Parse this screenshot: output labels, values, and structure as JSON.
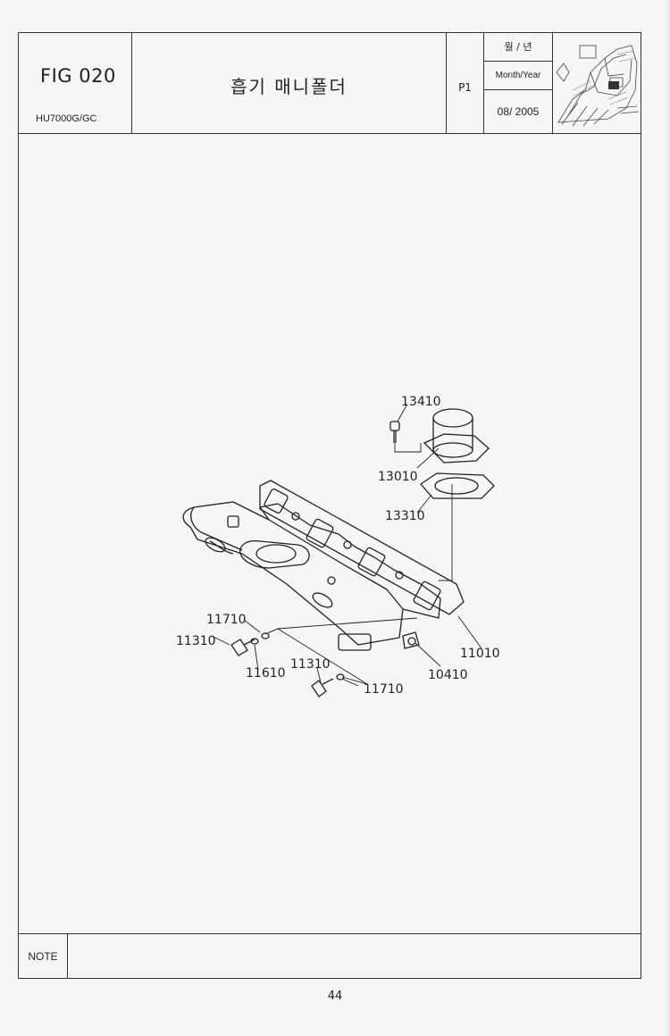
{
  "header": {
    "figure": "FIG 020",
    "model": "HU7000G/GC",
    "title": "흡기 매니폴더",
    "page": "P1",
    "date_label_kr": "월 / 년",
    "date_label_en": "Month/Year",
    "date_value": "08/ 2005"
  },
  "thumbnail": {
    "icon": "machine-thumbnail-icon"
  },
  "diagram": {
    "callouts": [
      "13410",
      "13010",
      "13310",
      "11010",
      "10410",
      "11710",
      "11310",
      "11610",
      "11310",
      "11710"
    ]
  },
  "note": {
    "label": "NOTE",
    "text": ""
  },
  "page_number": "44"
}
